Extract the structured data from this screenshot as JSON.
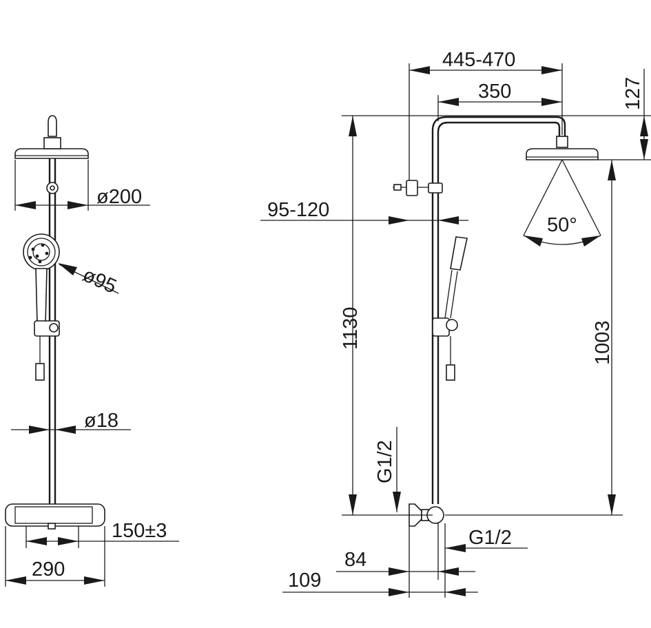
{
  "drawing": {
    "front_view": {
      "head_diameter": "ø200",
      "handshower_diameter": "ø95",
      "rail_diameter": "ø18",
      "inlet_spacing": "150±3",
      "mixer_width": "290"
    },
    "side_view": {
      "arm_reach": "445-470",
      "arm_length": "350",
      "head_drop": "127",
      "wall_clearance": "95-120",
      "spray_angle": "50°",
      "total_height": "1130",
      "head_height": "1003",
      "inlet_thread_top": "G1/2",
      "inlet_thread_outlet": "G1/2",
      "mixer_depth": "84",
      "total_depth": "109"
    }
  }
}
